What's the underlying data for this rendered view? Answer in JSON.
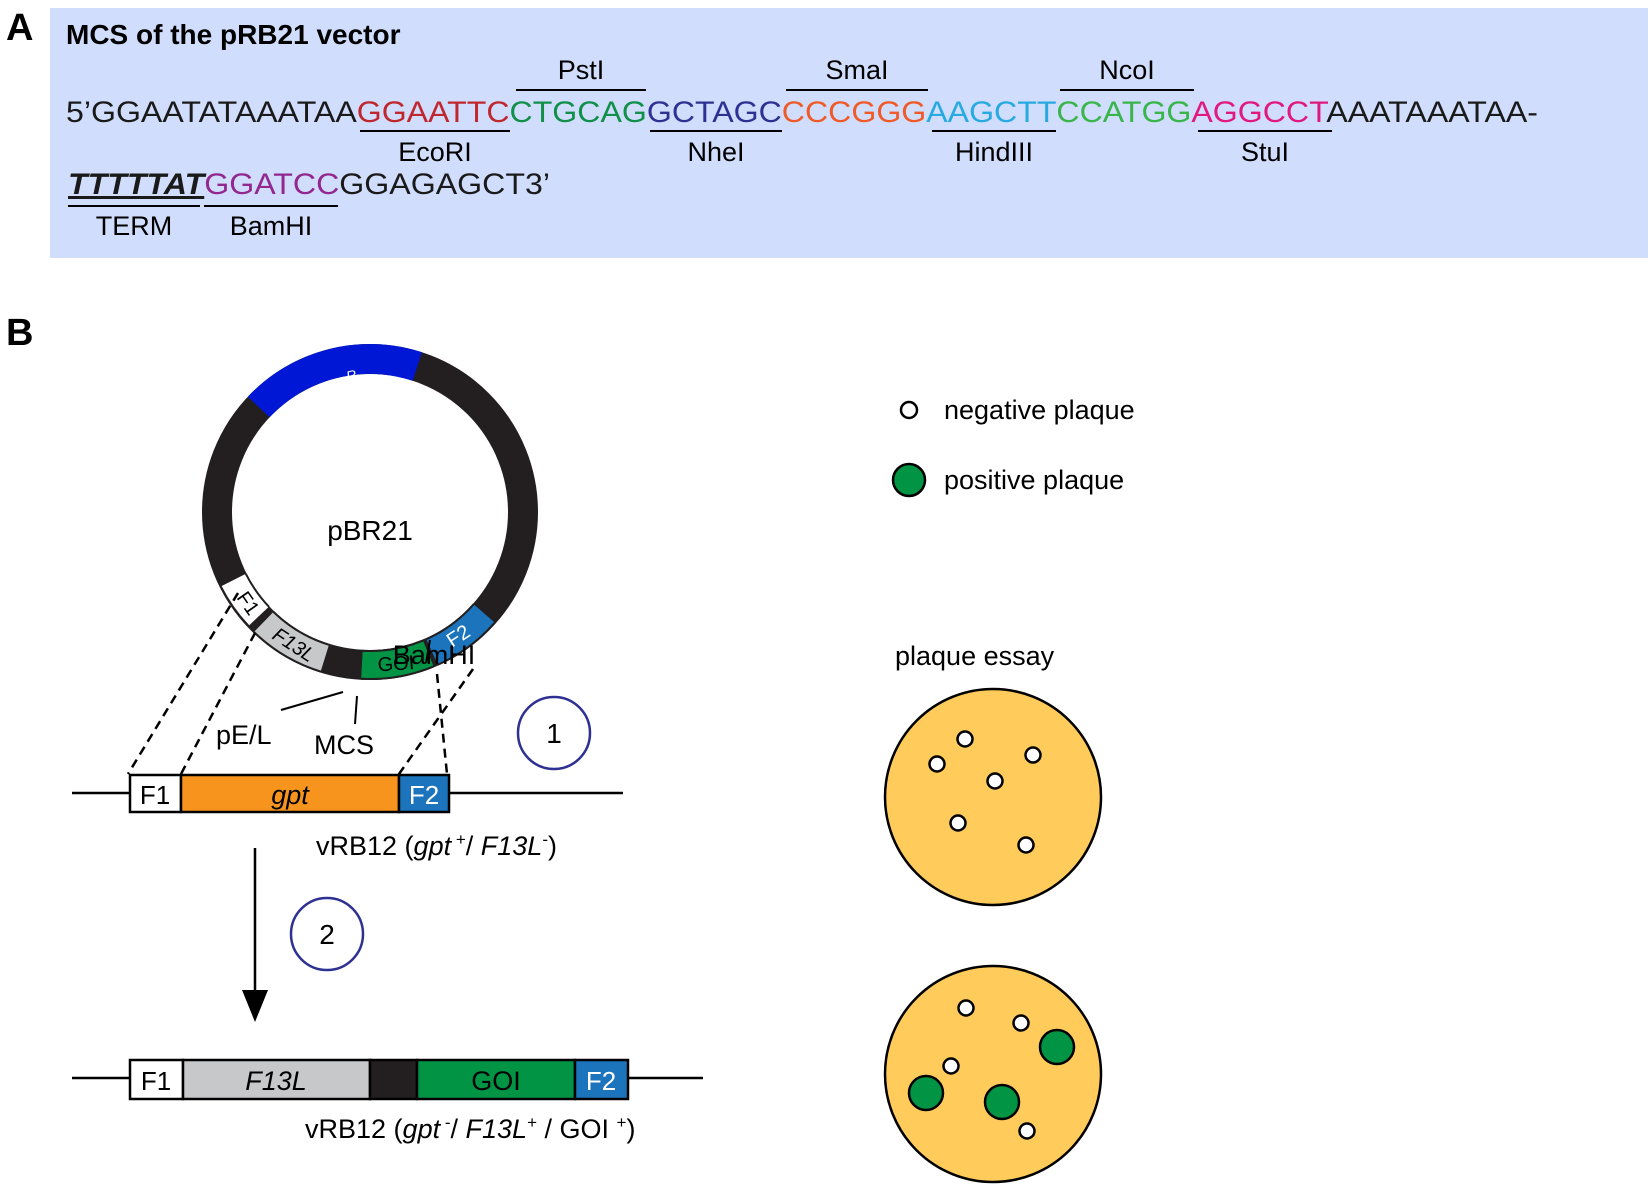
{
  "panel_a": {
    "letter": "A",
    "title": "MCS of the pRB21 vector",
    "line1": [
      {
        "text": "5’GGAATATAAATAA",
        "color": "#1a1a1a"
      },
      {
        "text": "GGAATTC",
        "color": "#c0272d"
      },
      {
        "text": "CTGCAG",
        "color": "#109048"
      },
      {
        "text": "GCTAGC",
        "color": "#2e3192"
      },
      {
        "text": "CCCGGG",
        "color": "#ef5a28"
      },
      {
        "text": "AAGCTT",
        "color": "#27aae1"
      },
      {
        "text": "CCATGG",
        "color": "#39b54a"
      },
      {
        "text": "AGGCCT",
        "color": "#e0197d"
      },
      {
        "text": "AAATAAATAA-",
        "color": "#1a1a1a"
      }
    ],
    "line2": [
      {
        "text": "TTTTTAT",
        "color": "#1a1a1a",
        "style": "bold-italic-underline"
      },
      {
        "text": "GGATCC",
        "color": "#92278f"
      },
      {
        "text": "GGAGAGCT3’",
        "color": "#1a1a1a"
      }
    ],
    "sites": {
      "pstI": "PstI",
      "smaI": "SmaI",
      "ncoI": "NcoI",
      "ecoRI": "EcoRI",
      "nheI": "NheI",
      "hindIII": "HindIII",
      "stuI": "StuI",
      "term": "TERM",
      "bamHI": "BamHI"
    },
    "background": "#d0ddfc"
  },
  "panel_b": {
    "letter": "B",
    "plasmid": {
      "name": "pBR21",
      "ampR_base": "amp",
      "ampR_sup": "R",
      "f1": "F1",
      "f13l": "F13L",
      "goi": "GOI",
      "f2": "F2",
      "bamhi": "BamHI",
      "pel": "pE/L",
      "mcs": "MCS"
    },
    "construct1": {
      "f1": "F1",
      "gpt": "gpt",
      "f2": "F2",
      "caption_prefix": "vRB12 (",
      "caption_gpt": "gpt",
      "caption_gpt_sup": "+",
      "caption_sep": "/ ",
      "caption_f13l": "F13L",
      "caption_f13l_sup": "-",
      "caption_suffix": ")"
    },
    "construct2": {
      "f1": "F1",
      "f13l": "F13L",
      "goi": "GOI",
      "f2": "F2",
      "caption_prefix": "vRB12 (",
      "caption_gpt": "gpt",
      "caption_gpt_sup": "-",
      "caption_sep1": "/ ",
      "caption_f13l": "F13L",
      "caption_f13l_sup": "+",
      "caption_sep2": " / GOI ",
      "caption_goi_sup": "+",
      "caption_suffix": ")"
    },
    "step1": "1",
    "step2": "2",
    "legend": {
      "negative": "negative plaque",
      "positive": "positive plaque"
    },
    "assay_title": "plaque essay",
    "colors": {
      "gpt": "#f7941d",
      "f2": "#1c75bc",
      "goi": "#009444",
      "f13l": "#c7c8ca",
      "ampR": "#0018d6",
      "dish": "#ffcc5c",
      "step_circle": "#2e3192"
    }
  }
}
